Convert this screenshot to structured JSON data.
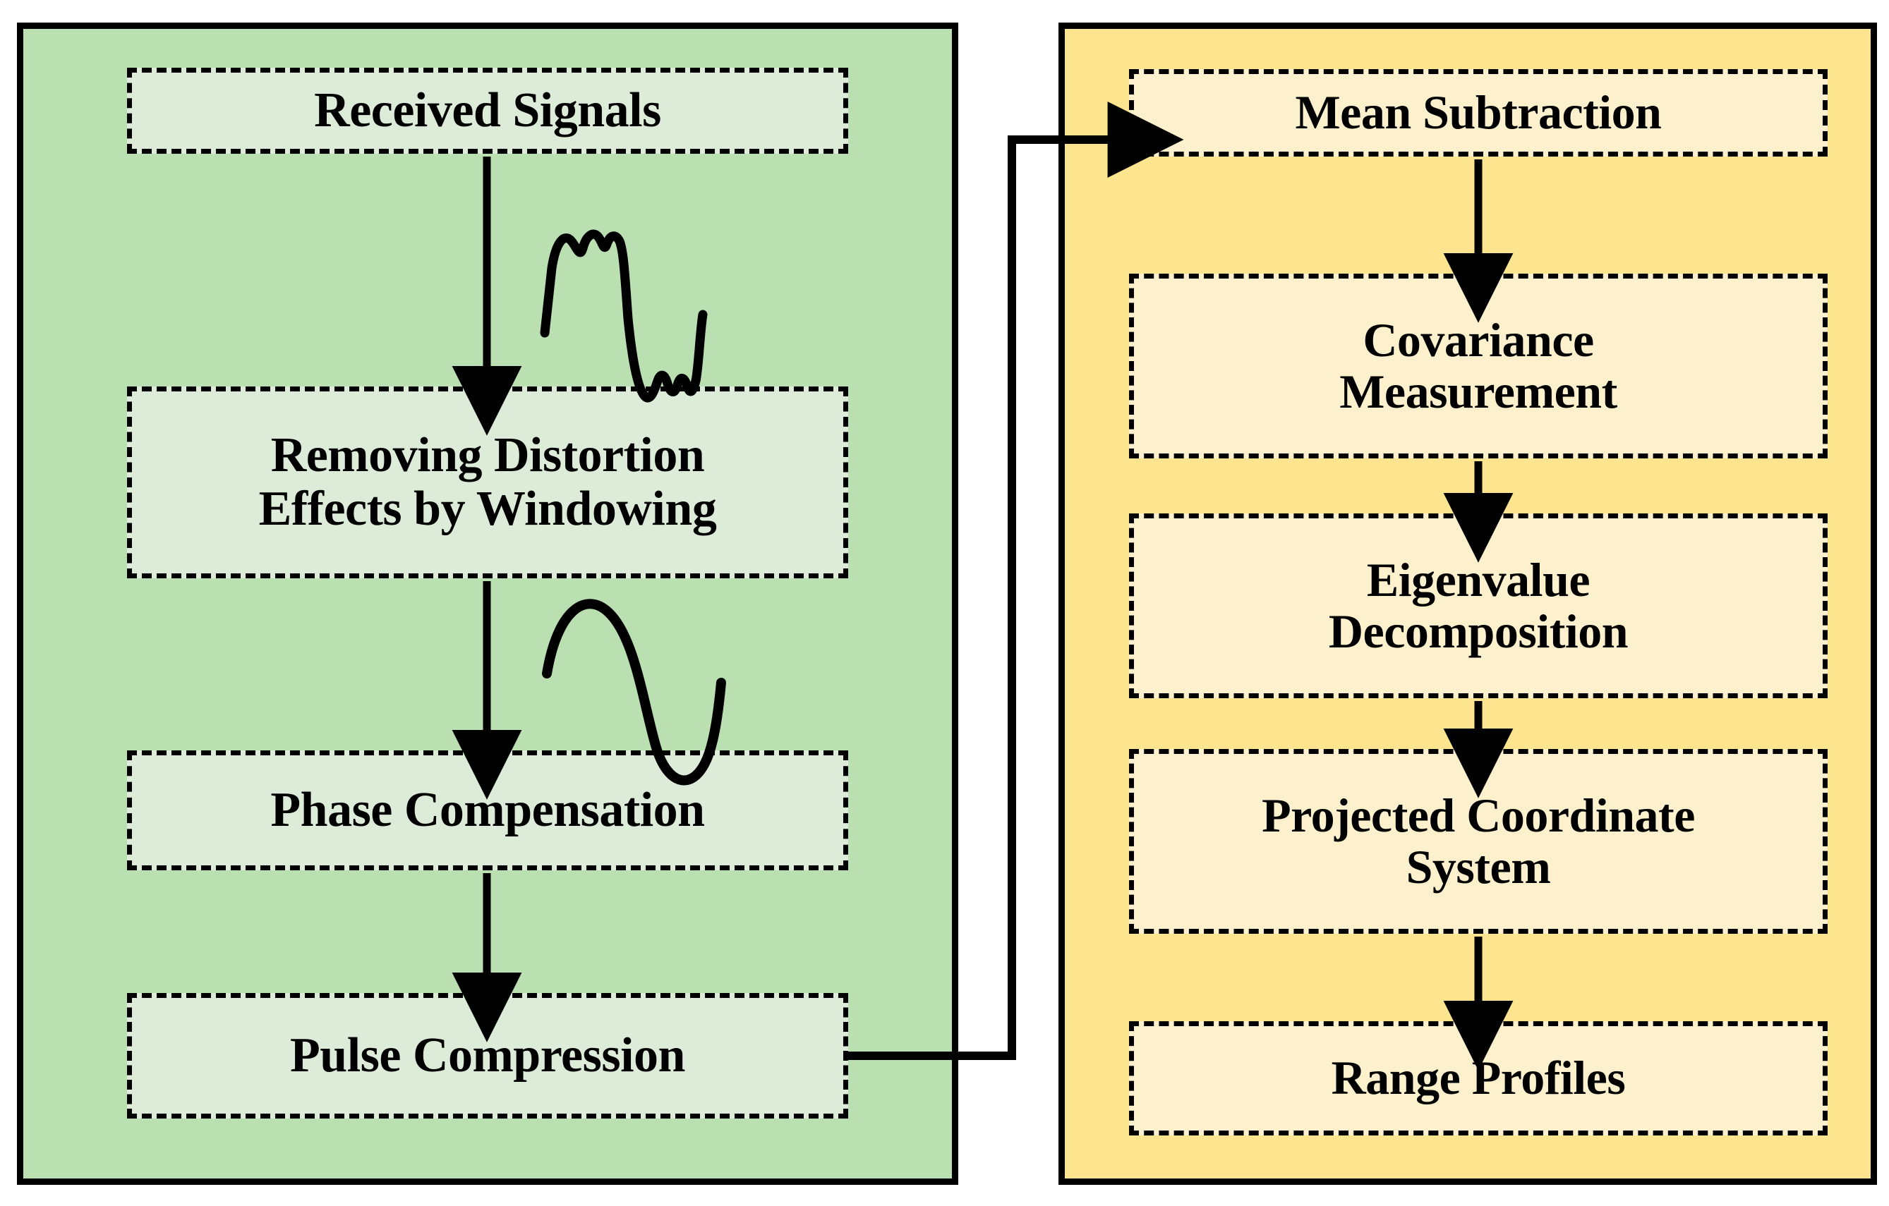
{
  "diagram": {
    "title": "Radar signal processing and subspace projection flowchart",
    "colors": {
      "panel_preprocessing_fill": "#bae0b2",
      "panel_subspace_fill": "#fce58e",
      "node_preprocessing_fill": "#dcecd8",
      "node_subspace_fill": "#fdf0cc",
      "stroke": "#000000",
      "background": "#ffffff"
    }
  },
  "panels": [
    {
      "id": "preprocessing",
      "name": "signal-preprocessing-panel",
      "fill": "#bae0b2"
    },
    {
      "id": "subspace",
      "name": "subspace-projection-panel",
      "fill": "#fce58e"
    }
  ],
  "left_column": {
    "nodes": [
      {
        "id": "received-signals",
        "label": "Received Signals",
        "lines": [
          "Received Signals"
        ]
      },
      {
        "id": "removing-distortion",
        "label": "Removing Distortion Effects by Windowing",
        "lines": [
          "Removing Distortion",
          "Effects by Windowing"
        ]
      },
      {
        "id": "phase-compensation",
        "label": "Phase Compensation",
        "lines": [
          "Phase Compensation"
        ]
      },
      {
        "id": "pulse-compression",
        "label": "Pulse Compression",
        "lines": [
          "Pulse Compression"
        ]
      }
    ]
  },
  "right_column": {
    "nodes": [
      {
        "id": "mean-subtraction",
        "label": "Mean Subtraction",
        "lines": [
          "Mean Subtraction"
        ]
      },
      {
        "id": "covariance-measurement",
        "label": "Covariance Measurement",
        "lines": [
          "Covariance",
          "Measurement"
        ]
      },
      {
        "id": "eigenvalue-decomposition",
        "label": "Eigenvalue Decomposition",
        "lines": [
          "Eigenvalue",
          "Decomposition"
        ]
      },
      {
        "id": "projected-coordinate-system",
        "label": "Projected Coordinate System",
        "lines": [
          "Projected Coordinate",
          "System"
        ]
      },
      {
        "id": "range-profiles",
        "label": "Range Profiles",
        "lines": [
          "Range Profiles"
        ]
      }
    ]
  },
  "annotations": [
    {
      "id": "distorted-waveform",
      "name": "distorted-signal-waveform-icon",
      "description": "hand-drawn noisy distorted pulse waveform"
    },
    {
      "id": "sine-waveform",
      "name": "sine-wave-icon",
      "description": "clean single-cycle sine wave"
    }
  ],
  "connectors": [
    {
      "id": "c1",
      "from": "received-signals",
      "to": "removing-distortion",
      "kind": "vertical-arrow"
    },
    {
      "id": "c2",
      "from": "removing-distortion",
      "to": "phase-compensation",
      "kind": "vertical-arrow"
    },
    {
      "id": "c3",
      "from": "phase-compensation",
      "to": "pulse-compression",
      "kind": "vertical-arrow"
    },
    {
      "id": "c4",
      "from": "pulse-compression",
      "to": "mean-subtraction",
      "kind": "orthogonal-arrow"
    },
    {
      "id": "c5",
      "from": "mean-subtraction",
      "to": "covariance-measurement",
      "kind": "vertical-arrow"
    },
    {
      "id": "c6",
      "from": "covariance-measurement",
      "to": "eigenvalue-decomposition",
      "kind": "vertical-arrow"
    },
    {
      "id": "c7",
      "from": "eigenvalue-decomposition",
      "to": "projected-coordinate-system",
      "kind": "vertical-arrow"
    },
    {
      "id": "c8",
      "from": "projected-coordinate-system",
      "to": "range-profiles",
      "kind": "vertical-arrow"
    }
  ]
}
